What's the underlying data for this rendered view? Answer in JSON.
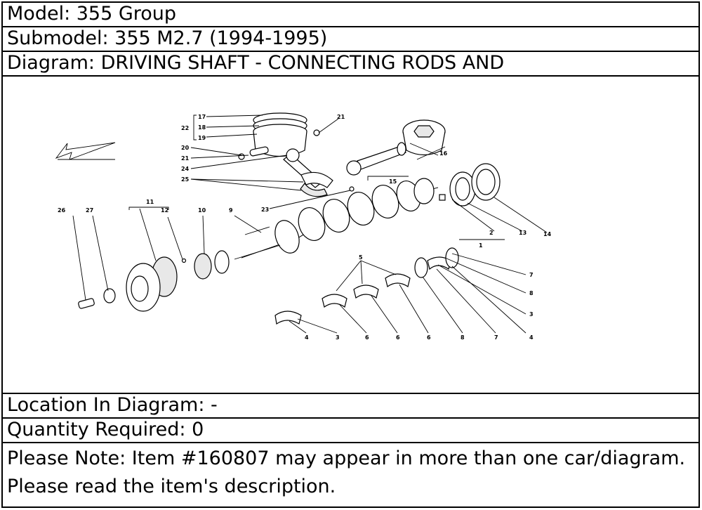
{
  "header": {
    "model": "Model: 355 Group",
    "submodel": "Submodel: 355 M2.7 (1994-1995)",
    "diagram": "Diagram: DRIVING SHAFT - CONNECTING RODS AND"
  },
  "diagram_callouts": {
    "c1": "1",
    "c2": "2",
    "c3": "3",
    "c4": "4",
    "c5": "5",
    "c6": "6",
    "c7": "7",
    "c8": "8",
    "c9": "9",
    "c10": "10",
    "c11": "11",
    "c12": "12",
    "c13": "13",
    "c14": "14",
    "c15": "15",
    "c16": "16",
    "c17": "17",
    "c18": "18",
    "c19": "19",
    "c20": "20",
    "c21": "21",
    "c22": "22",
    "c23": "23",
    "c24": "24",
    "c25": "25",
    "c26": "26",
    "c27": "27"
  },
  "footer": {
    "location": "Location In Diagram: -",
    "quantity": "Quantity Required: 0",
    "note": "Please Note: Item #160807 may appear in more than one car/diagram. Please read the item's description."
  }
}
